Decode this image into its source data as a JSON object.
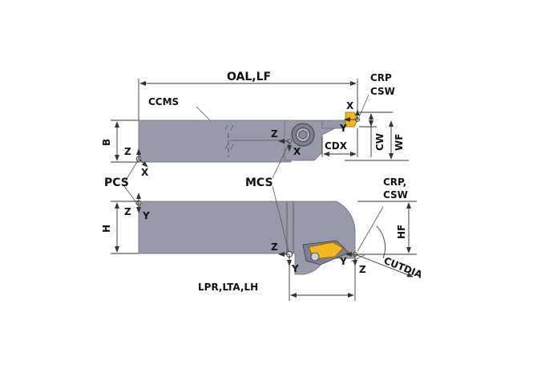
{
  "colors": {
    "body": "#9899ab",
    "body_edge": "#6d6e80",
    "insert": "#f2b81e",
    "insert_edge": "#8a6408",
    "line": "#333333",
    "text": "#111111"
  },
  "labels": {
    "oal_lf": "OAL,LF",
    "ccms": "CCMS",
    "crp_csw_top_1": "CRP",
    "crp_csw_top_2": "CSW",
    "x_top": "X",
    "y_top": "Y",
    "z_top": "Z",
    "x_top_mid": "X",
    "cdx": "CDX",
    "cw": "CW",
    "wf": "WF",
    "b": "B",
    "z_left_top": "Z",
    "x_left": "X",
    "pcs": "PCS",
    "mcs": "MCS",
    "crp_csw_bot_1": "CRP,",
    "crp_csw_bot_2": "CSW",
    "z_left_bot": "Z",
    "y_left_bot": "Y",
    "h": "H",
    "hf": "HF",
    "z_bot_mid": "Z",
    "y_bot_mid": "Y",
    "y_bot_right": "Y",
    "z_bot_right": "Z",
    "cutdia": "CUTDIA",
    "lpr_lta_lh": "LPR,LTA,LH"
  }
}
